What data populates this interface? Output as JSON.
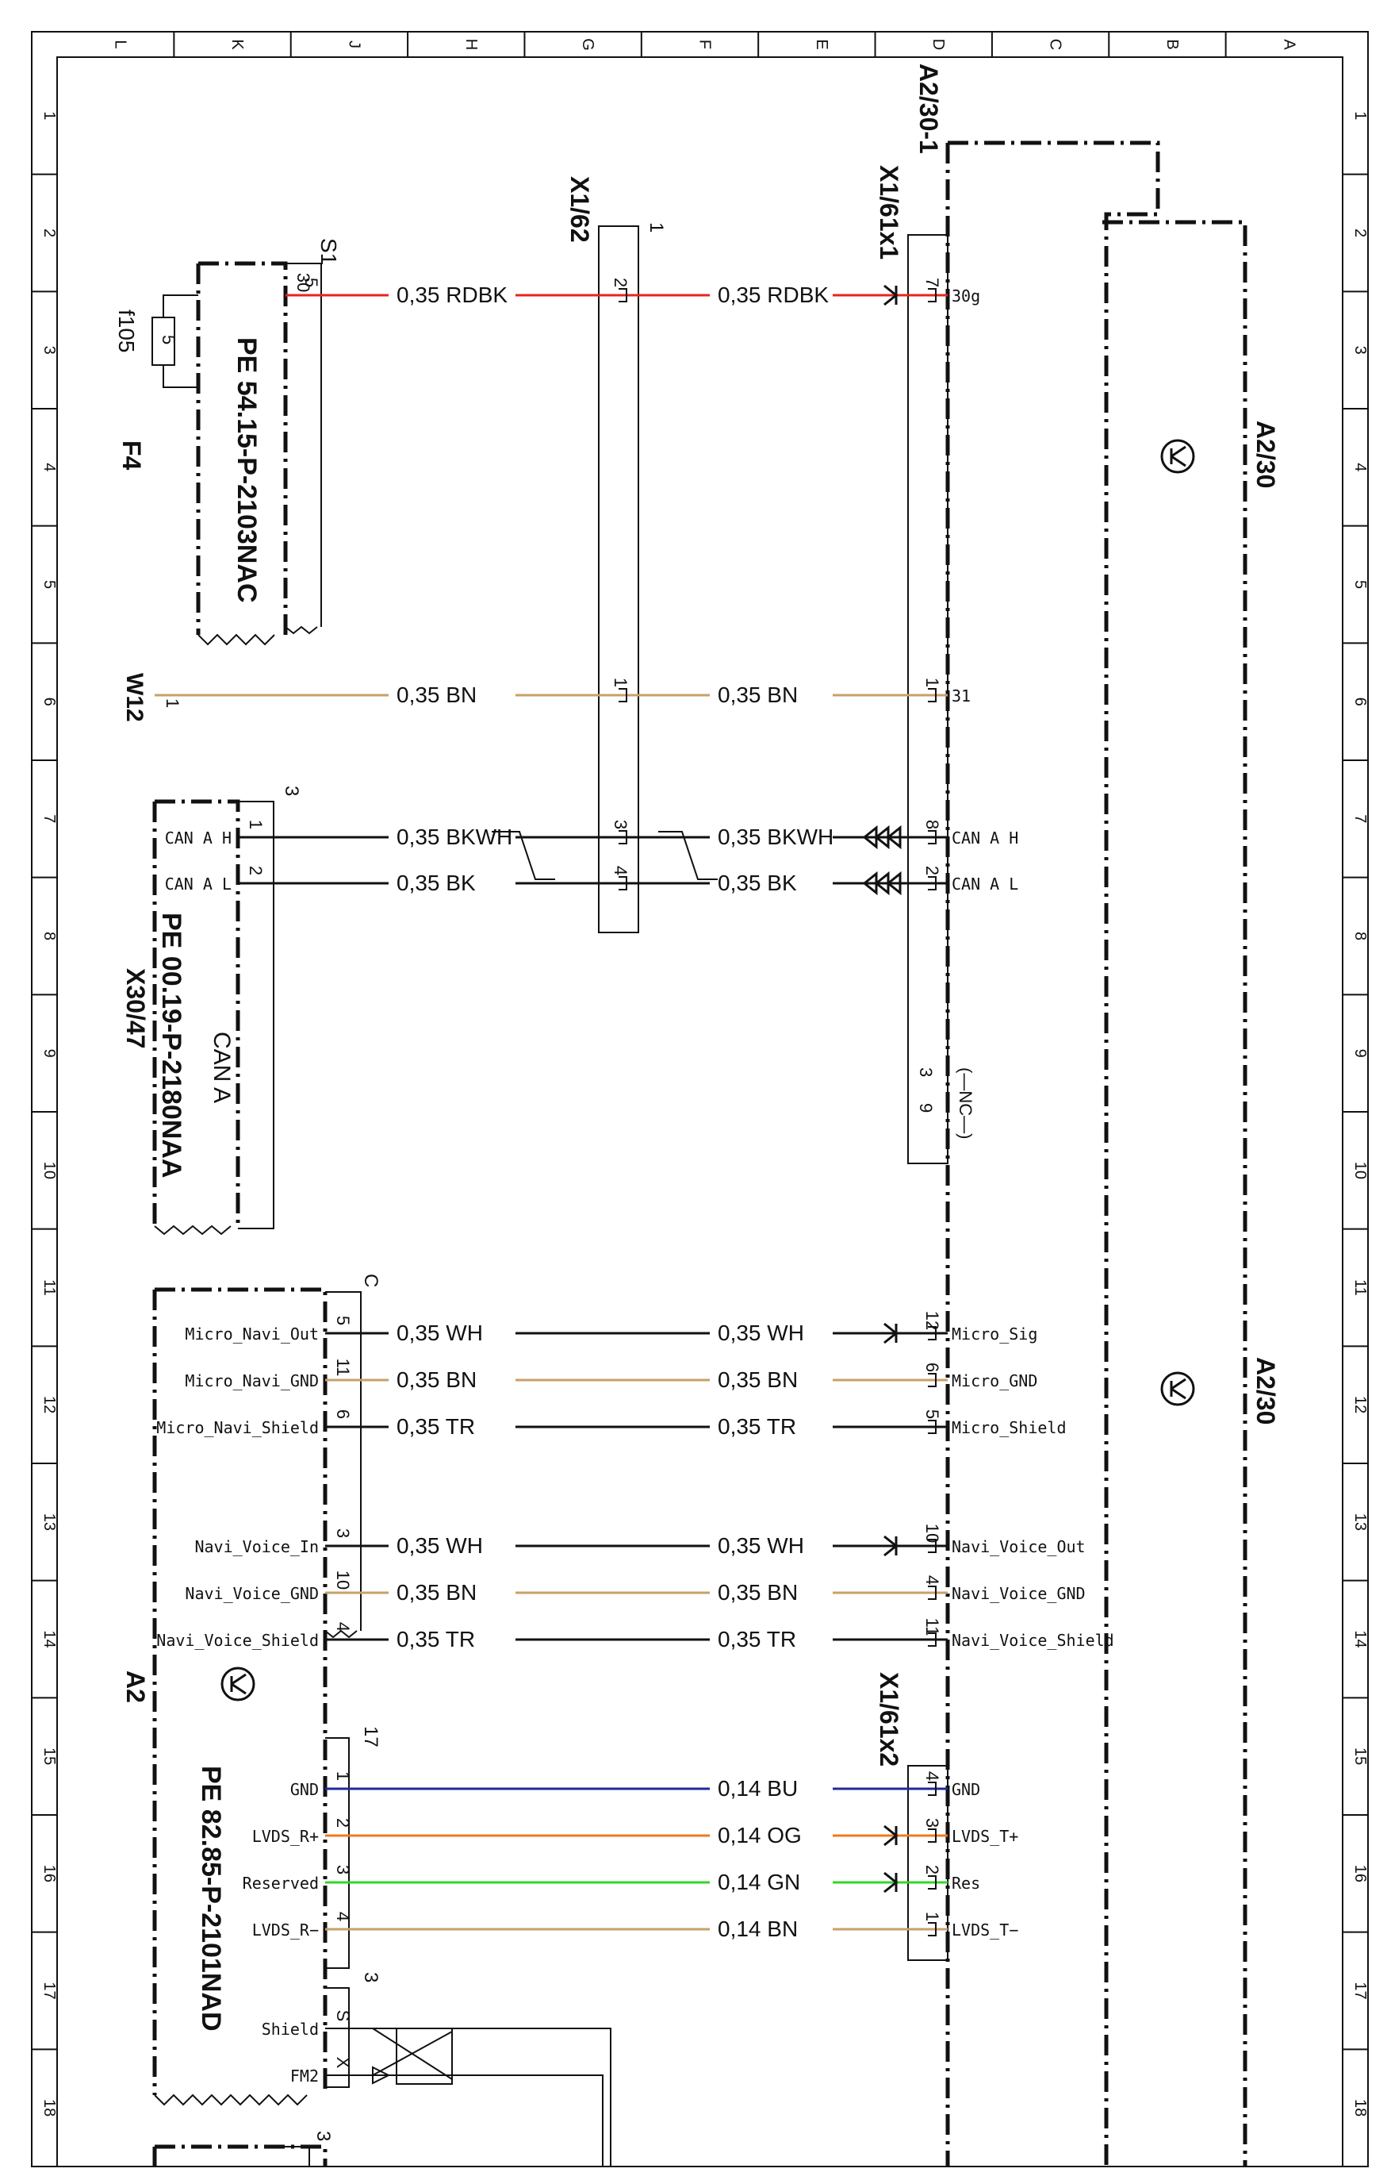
{
  "columns": [
    "L",
    "K",
    "J",
    "H",
    "G",
    "F",
    "E",
    "D",
    "C",
    "B",
    "A"
  ],
  "rows": [
    "1",
    "2",
    "3",
    "4",
    "5",
    "6",
    "7",
    "8",
    "9",
    "10",
    "11",
    "12",
    "13",
    "14",
    "15",
    "16",
    "17",
    "18"
  ],
  "colors": {
    "RD": "#e8251f",
    "BN": "#c8a06a",
    "BU": "#1f2a9b",
    "OG": "#f07a1c",
    "GN": "#33d62a",
    "BK": "#111111",
    "WH": "#111111",
    "TR": "#111111"
  },
  "components": {
    "a2_30_1": "A2/30-1",
    "x1_61x1": "X1/61x1",
    "x1_61x2": "X1/61x2",
    "x1_62": "X1/62",
    "x1_62_num": "1",
    "a2_30_top": "A2/30",
    "a2_30_bottom": "A2/30",
    "s1": "S1",
    "f4": "F4",
    "f105": "f105",
    "fuse_val": "5",
    "w12": "W12",
    "w12_pin": "1",
    "x30_47": "X30/47",
    "can_a": "CAN A",
    "a2": "A2",
    "nc": "(—NC—)",
    "x30_47_num": "3",
    "a2_num_c": "C",
    "a2_num_17": "17",
    "a2_num_3a": "3",
    "a2_num_3b": "3",
    "pe_f4": "PE 54.15-P-2103NAC",
    "pe_x30": "PE 00.19-P-2180NAA",
    "pe_a2": "PE 82.85-P-2101NAD",
    "nc_pin_a": "3",
    "nc_pin_b": "9"
  },
  "wires": [
    {
      "label_left": "0,35  RDBK",
      "label_right": "0,35  RDBK",
      "code": "RD",
      "left_pin": "30",
      "s1_pin": "5",
      "mid_pin": "2",
      "right_pin": "7",
      "right_label": "30g"
    },
    {
      "label_left": "0,35  BN",
      "label_right": "0,35  BN",
      "code": "BN",
      "mid_pin": "1",
      "right_pin": "1",
      "right_label": "31"
    },
    {
      "label_left": "0,35  BKWH",
      "label_right": "0,35  BKWH",
      "code": "BK",
      "left_label": "CAN A H",
      "left_pin": "1",
      "mid_pin": "3",
      "right_pin": "8",
      "right_label": "CAN A H"
    },
    {
      "label_left": "0,35  BK",
      "label_right": "0,35  BK",
      "code": "BK",
      "left_label": "CAN A L",
      "left_pin": "2",
      "mid_pin": "4",
      "right_pin": "2",
      "right_label": "CAN A L"
    },
    {
      "label_left": "0,35  WH",
      "label_right": "0,35  WH",
      "code": "WH",
      "left_label": "Micro_Navi_Out",
      "left_pin": "5",
      "right_pin": "12",
      "right_label": "Micro_Sig"
    },
    {
      "label_left": "0,35  BN",
      "label_right": "0,35  BN",
      "code": "BN",
      "left_label": "Micro_Navi_GND",
      "left_pin": "11",
      "right_pin": "6",
      "right_label": "Micro_GND"
    },
    {
      "label_left": "0,35  TR",
      "label_right": "0,35  TR",
      "code": "TR",
      "left_label": "Micro_Navi_Shield",
      "left_pin": "6",
      "right_pin": "5",
      "right_label": "Micro_Shield"
    },
    {
      "label_left": "0,35  WH",
      "label_right": "0,35  WH",
      "code": "WH",
      "left_label": "Navi_Voice_In",
      "left_pin": "3",
      "right_pin": "10",
      "right_label": "Navi_Voice_Out"
    },
    {
      "label_left": "0,35  BN",
      "label_right": "0,35  BN",
      "code": "BN",
      "left_label": "Navi_Voice_GND",
      "left_pin": "10",
      "right_pin": "4",
      "right_label": "Navi_Voice_GND"
    },
    {
      "label_left": "0,35  TR",
      "label_right": "0,35  TR",
      "code": "TR",
      "left_label": "Navi_Voice_Shield",
      "left_pin": "4",
      "right_pin": "11",
      "right_label": "Navi_Voice_Shield"
    },
    {
      "label_right": "0,14  BU",
      "code": "BU",
      "left_label": "GND",
      "left_pin": "1",
      "right_pin": "4",
      "right_label": "GND"
    },
    {
      "label_right": "0,14  OG",
      "code": "OG",
      "left_label": "LVDS_R+",
      "left_pin": "2",
      "right_pin": "3",
      "right_label": "LVDS_T+"
    },
    {
      "label_right": "0,14  GN",
      "code": "GN",
      "left_label": "Reserved",
      "left_pin": "3",
      "right_pin": "2",
      "right_label": "Res"
    },
    {
      "label_right": "0,14  BN",
      "code": "BN",
      "left_label": "LVDS_R−",
      "left_pin": "4",
      "right_pin": "1",
      "right_label": "LVDS_T−"
    }
  ],
  "shield_pins": [
    {
      "label": "Shield",
      "pin": "S"
    },
    {
      "label": "FM2",
      "pin": "X"
    }
  ]
}
